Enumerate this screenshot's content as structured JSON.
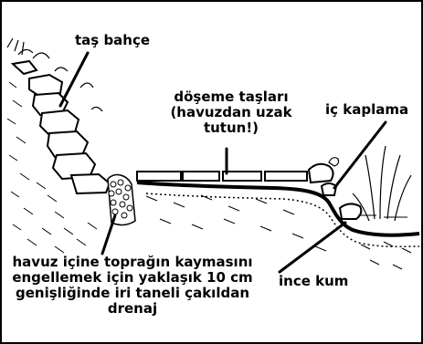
{
  "labels": {
    "stone_garden": "taş bahçe",
    "paving_stones": "döşeme taşları (havuzdan uzak tutun!)",
    "liner": "iç kaplama",
    "sand": "ince kum",
    "drainage": "havuz içine toprağın kaymasını engellemek için yaklaşık 10 cm genişliğinde iri taneli çakıldan drenaj"
  }
}
